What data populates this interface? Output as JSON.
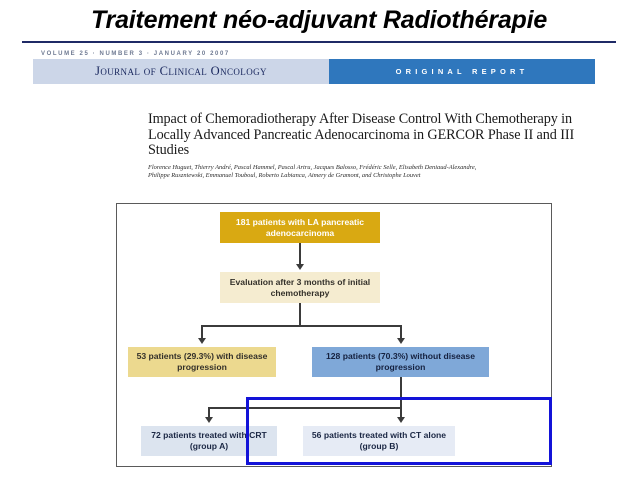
{
  "slide": {
    "title": "Traitement néo-adjuvant Radiothérapie"
  },
  "journal": {
    "volume_line": "VOLUME 25 · NUMBER 3 · JANUARY 20 2007",
    "name": "Journal of Clinical Oncology",
    "section_label": "ORIGINAL REPORT",
    "banner_color": "#2f77bd",
    "masthead_color": "#ccd6e8"
  },
  "article": {
    "title": "Impact of Chemoradiotherapy After Disease Control With Chemotherapy in Locally Advanced Pancreatic Adenocarcinoma in GERCOR Phase II and III Studies",
    "authors": "Florence Huguet, Thierry André, Pascal Hammel, Pascal Artru, Jacques Balosso, Frédéric Selle, Elisabeth Deniaud-Alexandre, Philippe Ruszniewski, Emmanuel Touboul, Roberto Labianca, Aimery de Gramont, and Christophe Louvet"
  },
  "flowchart": {
    "type": "flow-diagram",
    "highlight_color": "#1313d8",
    "nodes": [
      {
        "id": "total",
        "text": "181 patients with LA pancreatic adenocarcinoma",
        "count": 181,
        "color": "#d9a912"
      },
      {
        "id": "evaluation",
        "text": "Evaluation after 3 months of initial chemotherapy",
        "color": "#f5ecd0"
      },
      {
        "id": "progression",
        "text": "53 patients (29.3%) with disease progression",
        "count": 53,
        "percent": "29.3%",
        "color": "#ecd98f"
      },
      {
        "id": "no-progression",
        "text": "128 patients (70.3%) without disease progression",
        "count": 128,
        "percent": "70.3%",
        "color": "#7fa8d8"
      },
      {
        "id": "group-a",
        "text": "72 patients treated with CRT (group A)",
        "count": 72,
        "group": "A",
        "color": "#dce4ef"
      },
      {
        "id": "group-b",
        "text": "56 patients treated with CT alone (group B)",
        "count": 56,
        "group": "B",
        "color": "#e6ebf5"
      }
    ]
  }
}
